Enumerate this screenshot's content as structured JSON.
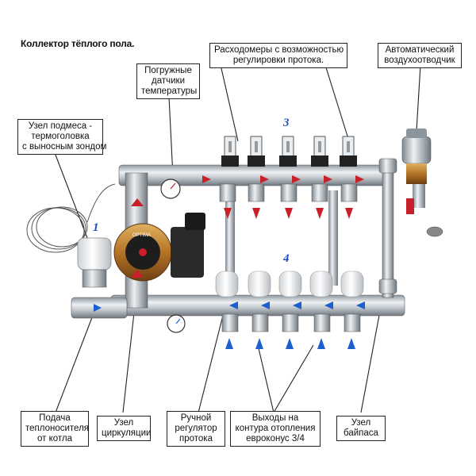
{
  "title": "Коллектор тёплого пола.",
  "labels": {
    "temp_sensors": [
      "Погружные",
      "датчики",
      "температуры"
    ],
    "flowmeters": [
      "Расходомеры с возможностью",
      "регулировки протока."
    ],
    "air_vent": [
      "Автоматический",
      "воздухоотводчик"
    ],
    "mixing_unit": [
      "Узел подмеса -",
      "термоголовка",
      "с выносным зондом"
    ],
    "supply": [
      "Подача",
      "теплоносителя",
      "от котла"
    ],
    "circulation": [
      "Узел",
      "циркуляции"
    ],
    "manual_valve": [
      "Ручной",
      "регулятор",
      "протока"
    ],
    "outlets": [
      "Выходы на",
      "контура отопления",
      "евроконус 3/4"
    ],
    "bypass": [
      "Узел",
      "байпаса"
    ]
  },
  "numbers": {
    "n1": "1",
    "n3": "3",
    "n4": "4"
  },
  "pump_brand": "OPTIMA",
  "colors": {
    "flow_red": "#c8202a",
    "return_blue": "#1d5fd0",
    "steel": "#b9c0c7",
    "pump_brass": "#c7862f"
  }
}
